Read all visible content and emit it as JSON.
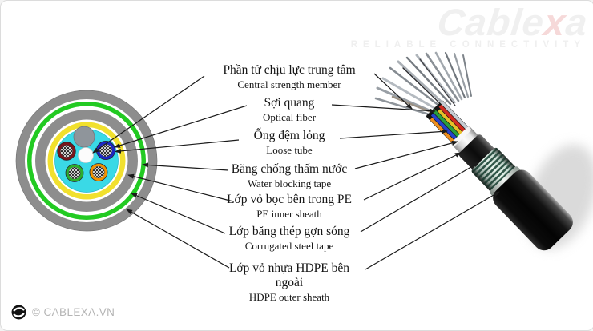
{
  "brand": {
    "wordmark_pre": "Cable",
    "wordmark_x": "x",
    "wordmark_post": "a",
    "tagline": "RELIABLE CONNECTIVITY"
  },
  "footer": {
    "copyright": "© CABLEXA.VN"
  },
  "diagram": {
    "description": "Fiber optic cable structure: cross-section view (left) and stripped 3D cable view (right) with bilingual layer labels",
    "labels": [
      {
        "vn": "Phần tử chịu lực trung tâm",
        "en": "Central strength member"
      },
      {
        "vn": "Sợi quang",
        "en": "Optical fiber"
      },
      {
        "vn": "Ống đệm lỏng",
        "en": "Loose tube"
      },
      {
        "vn": "Băng chống thấm nước",
        "en": "Water blocking tape"
      },
      {
        "vn": "Lớp vỏ bọc bên trong PE",
        "en": "PE inner sheath"
      },
      {
        "vn": "Lớp băng thép gợn sóng",
        "en": "Corrugated steel tape"
      },
      {
        "vn": "Lớp vỏ nhựa HDPE bên ngoài",
        "en": "HDPE outer sheath"
      }
    ],
    "colors": {
      "outer_sheath_gray": "#8d8d8d",
      "steel_tape_green": "#22ca22",
      "water_tape_yellow": "#f1e02e",
      "filler_cyan": "#3ad9e6",
      "tube_maroon": "#7a161c",
      "tube_blue": "#1c27c2",
      "tube_green": "#2bae2b",
      "tube_orange": "#f29200",
      "arrow_black": "#1b1b1b",
      "jacket_black": "#0b0b0b"
    }
  }
}
